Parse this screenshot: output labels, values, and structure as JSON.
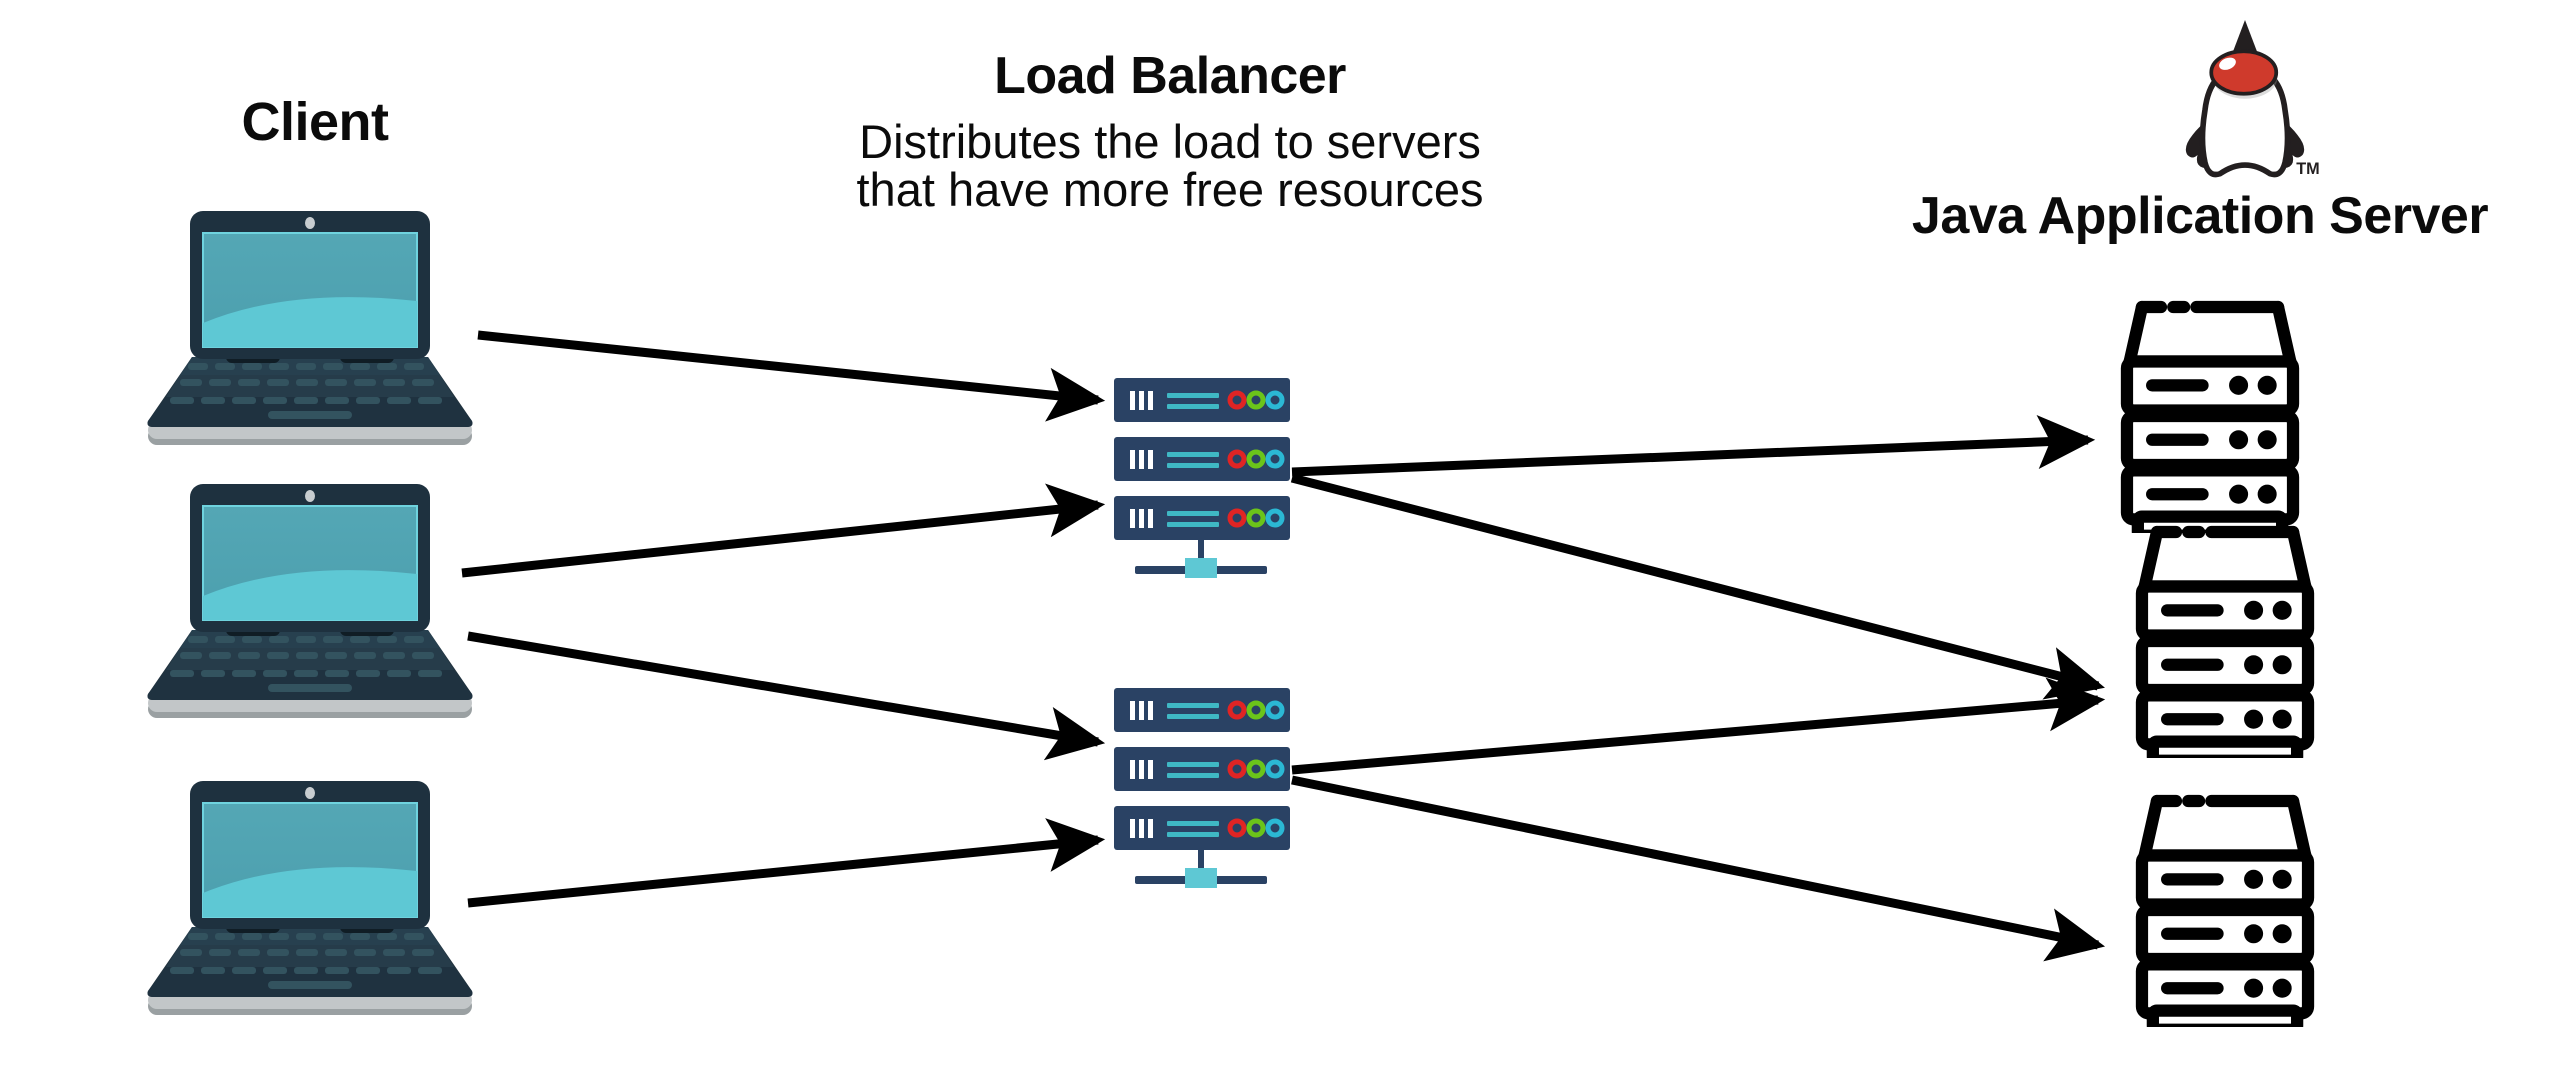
{
  "diagram": {
    "title_client": "Client",
    "load_balancer": {
      "title": "Load Balancer",
      "subtitle_line1": "Distributes the load to servers",
      "subtitle_line2": "that have more free resources"
    },
    "app_server": {
      "logo_name": "java-duke-logo",
      "trademark": "TM",
      "title": "Java Application Server"
    },
    "colors": {
      "background": "#ffffff",
      "text": "#0b0b0b",
      "arrow": "#000000",
      "laptop_bezel": "#1e313f",
      "laptop_bezel_dark": "#17262f",
      "laptop_screen_top": "#4c9fae",
      "laptop_screen_bottom": "#5ec8d4",
      "laptop_base": "#b0b4b6",
      "laptop_key": "#2d4756",
      "server_unit": "#2a4264",
      "server_line_teal": "#3fb8c4",
      "server_bar_white": "#ffffff",
      "led_red": "#e02424",
      "led_green": "#6bc41a",
      "led_cyan": "#2bb8d4",
      "stand_teal": "#5ec8d4",
      "rack_outline": "#000000",
      "java_red": "#cf3a2c",
      "java_black": "#231f20"
    },
    "nodes": {
      "clients": [
        {
          "name": "client-laptop-1"
        },
        {
          "name": "client-laptop-2"
        },
        {
          "name": "client-laptop-3"
        }
      ],
      "load_balancers": [
        {
          "name": "load-balancer-group-1",
          "units": 3
        },
        {
          "name": "load-balancer-group-2",
          "units": 3
        }
      ],
      "app_servers": [
        {
          "name": "app-server-rack-1",
          "units": 3
        },
        {
          "name": "app-server-rack-2",
          "units": 3
        },
        {
          "name": "app-server-rack-3",
          "units": 3
        }
      ]
    },
    "connections": [
      {
        "name": "arrow-client1-to-lb1",
        "from": "client-laptop-1",
        "to": "load-balancer-group-1"
      },
      {
        "name": "arrow-client2-to-lb1",
        "from": "client-laptop-2",
        "to": "load-balancer-group-1"
      },
      {
        "name": "arrow-client2-to-lb2",
        "from": "client-laptop-2",
        "to": "load-balancer-group-2"
      },
      {
        "name": "arrow-client3-to-lb2",
        "from": "client-laptop-3",
        "to": "load-balancer-group-2"
      },
      {
        "name": "arrow-lb1-to-server1",
        "from": "load-balancer-group-1",
        "to": "app-server-rack-1"
      },
      {
        "name": "arrow-lb1-to-server2",
        "from": "load-balancer-group-1",
        "to": "app-server-rack-2"
      },
      {
        "name": "arrow-lb2-to-server2",
        "from": "load-balancer-group-2",
        "to": "app-server-rack-2"
      },
      {
        "name": "arrow-lb2-to-server3",
        "from": "load-balancer-group-2",
        "to": "app-server-rack-3"
      }
    ]
  }
}
